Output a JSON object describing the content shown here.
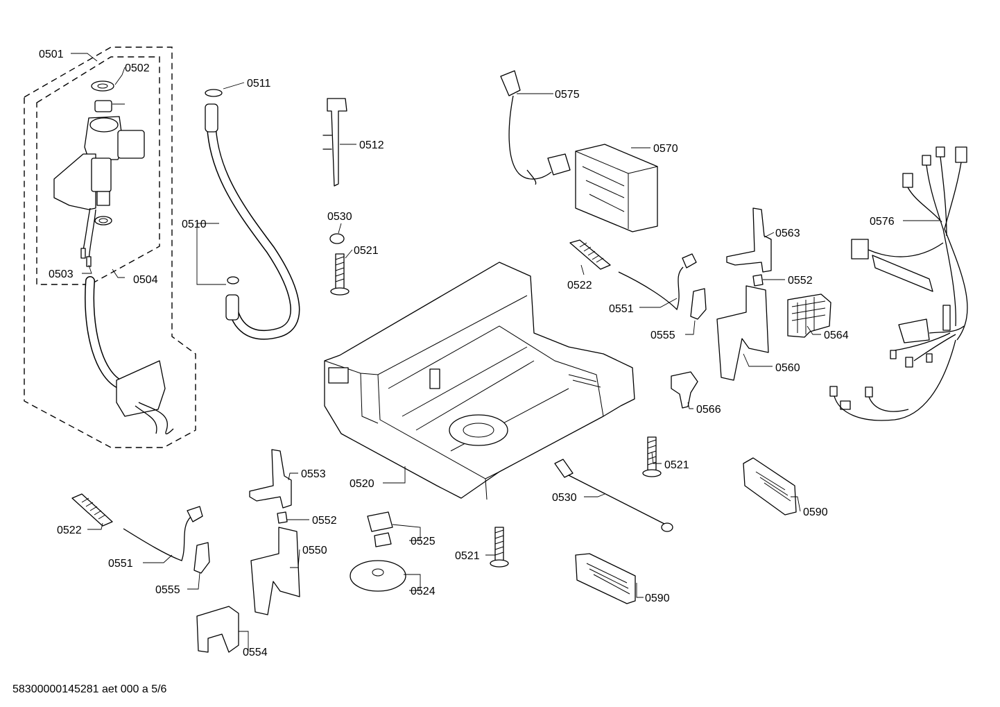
{
  "labels": {
    "p0501": "0501",
    "p0502": "0502",
    "p0503": "0503",
    "p0504": "0504",
    "p0510": "0510",
    "p0511": "0511",
    "p0512": "0512",
    "p0530a": "0530",
    "p0521a": "0521",
    "p0522a": "0522",
    "p0575": "0575",
    "p0570": "0570",
    "p0576": "0576",
    "p0563": "0563",
    "p0552a": "0552",
    "p0551a": "0551",
    "p0555a": "0555",
    "p0564": "0564",
    "p0560": "0560",
    "p0566": "0566",
    "p0521b": "0521",
    "p0590a": "0590",
    "p0530b": "0530",
    "p0520": "0520",
    "p0553": "0553",
    "p0552b": "0552",
    "p0522b": "0522",
    "p0551b": "0551",
    "p0555b": "0555",
    "p0550": "0550",
    "p0525": "0525",
    "p0524": "0524",
    "p0521c": "0521",
    "p0590b": "0590",
    "p0554": "0554"
  },
  "footer": "58300000145281 aet 000 a 5/6"
}
